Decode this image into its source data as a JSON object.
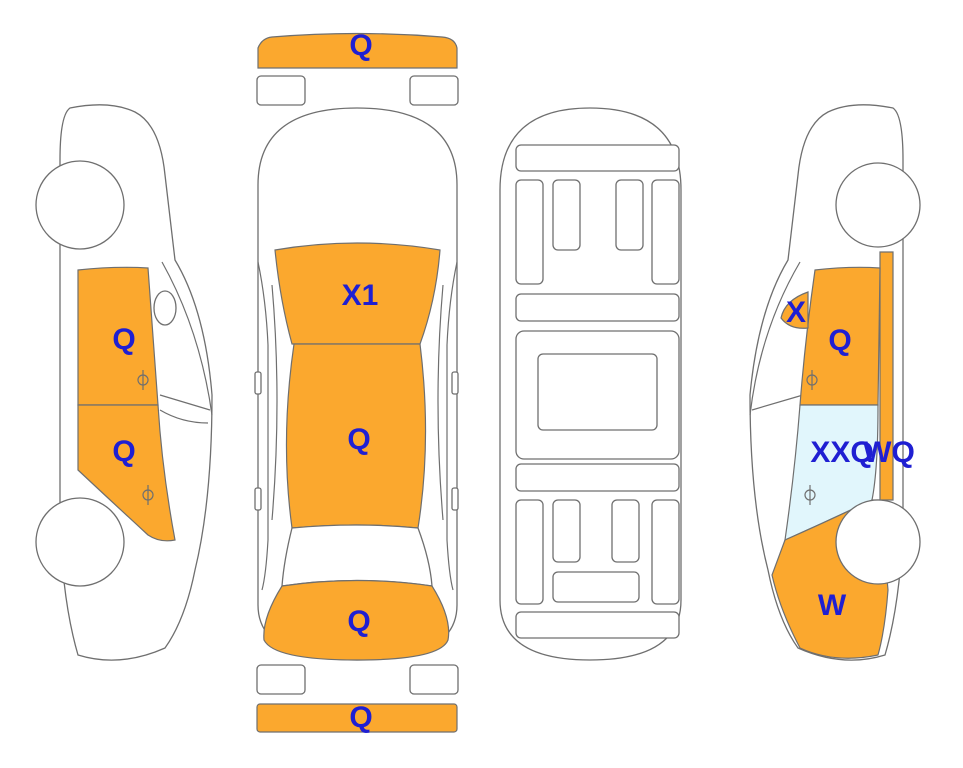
{
  "colors": {
    "damage_fill": "#FBA82E",
    "glass_damage_fill": "#E1F6FC",
    "code_text": "#1F1FD2",
    "outline": "#6f6f6f"
  },
  "codes": {
    "front_bumper": "Q",
    "rear_bumper": "Q",
    "hood": "X1",
    "roof": "Q",
    "trunk": "Q",
    "left_front_door": "Q",
    "left_rear_door": "Q",
    "right_front_pillar": "X",
    "right_front_door": "Q",
    "right_rear_door_glass": "XXQ",
    "right_rear_pillar": "WQ",
    "right_rear_quarter": "W"
  }
}
